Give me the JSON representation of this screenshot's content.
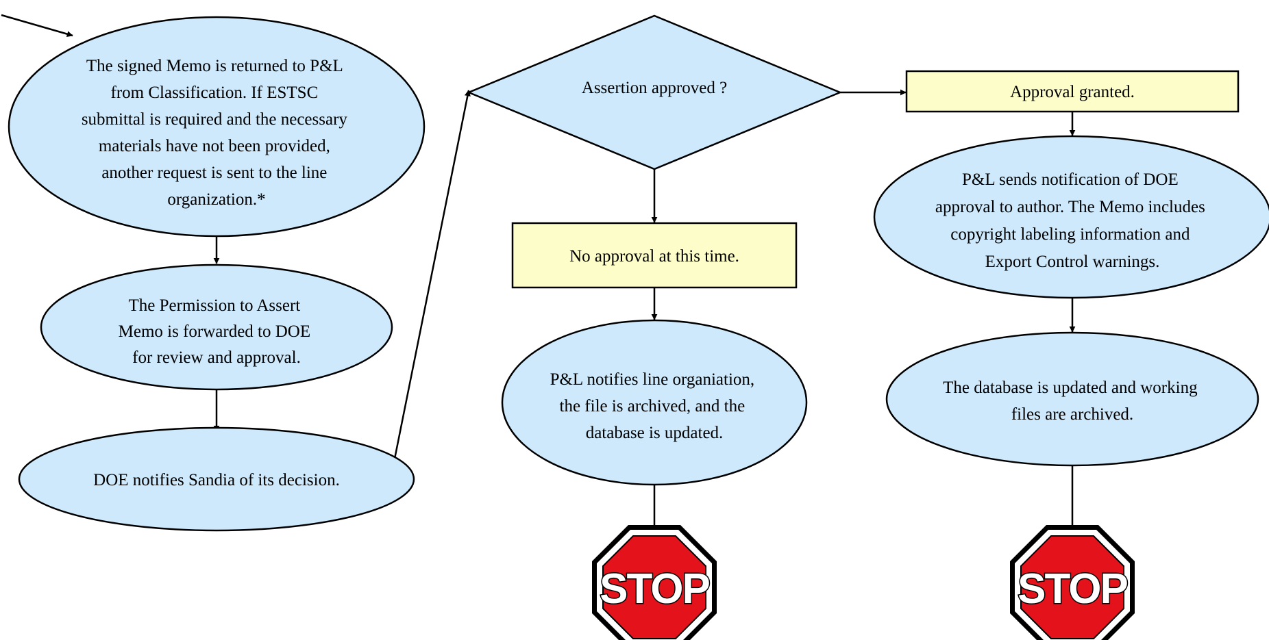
{
  "nodes": {
    "memo_returned": {
      "lines": [
        "The signed Memo is returned to P&L",
        "from Classification.  If ESTSC",
        "submittal is required and the necessary",
        "materials have not been provided,",
        "another request is sent to the line",
        "organization.*"
      ]
    },
    "memo_forwarded": {
      "lines": [
        "The Permission to Assert",
        "Memo is forwarded to DOE",
        "for review and approval."
      ]
    },
    "doe_notifies": {
      "lines": [
        "DOE notifies Sandia of its decision."
      ]
    },
    "decision": {
      "lines": [
        "Assertion approved ?"
      ]
    },
    "no_approval": {
      "lines": [
        "No approval at this time."
      ]
    },
    "notify_line_org": {
      "lines": [
        "P&L notifies line organiation,",
        "the file is archived, and the",
        "database is updated."
      ]
    },
    "approval_granted": {
      "lines": [
        "Approval granted."
      ]
    },
    "notify_author": {
      "lines": [
        "P&L sends notification of DOE",
        "approval to author.  The Memo includes",
        "copyright labeling information and",
        "Export Control warnings."
      ]
    },
    "db_updated": {
      "lines": [
        "The database is updated and working",
        "files are archived."
      ]
    }
  },
  "stop_signs": {
    "left": "STOP",
    "right": "STOP"
  },
  "colors": {
    "process_fill": "#cde9fb",
    "box_fill": "#fdfdc9",
    "stop_red": "#e3121b",
    "stroke": "#000000"
  }
}
